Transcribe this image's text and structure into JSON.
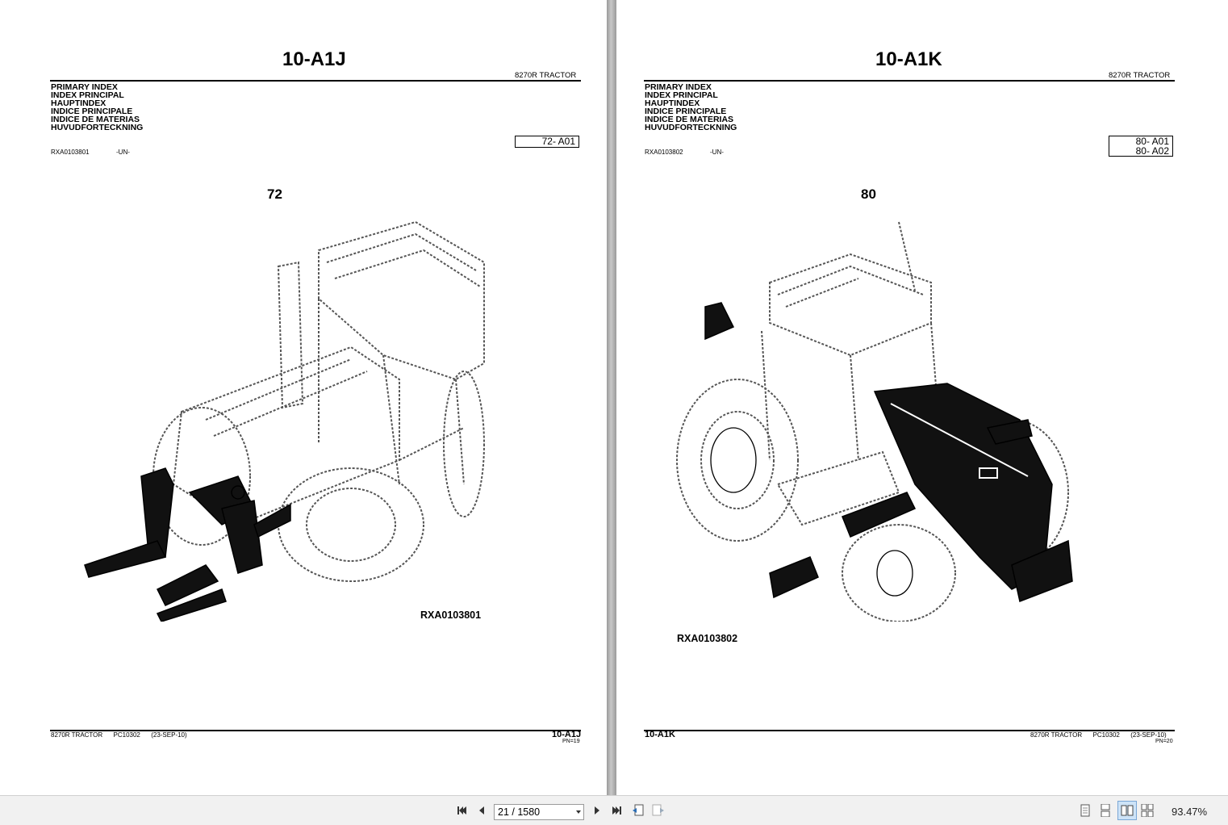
{
  "left_page": {
    "title": "10-A1J",
    "model": "8270R  TRACTOR",
    "index_lines": [
      "PRIMARY INDEX",
      "INDEX PRINCIPAL",
      "HAUPTINDEX",
      "INDICE PRINCIPALE",
      "INDICE DE MATERIAS",
      "HUVUDFORTECKNING"
    ],
    "refs": [
      "72-   A01"
    ],
    "doc_code": "RXA0103801",
    "un": "-UN-",
    "group": "72",
    "figure_id": "RXA0103801",
    "footer_left": "8270R TRACTOR      PC10302      (23-SEP-10)",
    "footer_code": "10-A1J",
    "footer_pn": "PN=19"
  },
  "right_page": {
    "title": "10-A1K",
    "model": "8270R  TRACTOR",
    "index_lines": [
      "PRIMARY INDEX",
      "INDEX PRINCIPAL",
      "HAUPTINDEX",
      "INDICE PRINCIPALE",
      "INDICE DE MATERIAS",
      "HUVUDFORTECKNING"
    ],
    "refs": [
      "80-   A01",
      "80-   A02"
    ],
    "doc_code": "RXA0103802",
    "un": "-UN-",
    "group": "80",
    "figure_id": "RXA0103802",
    "footer_code": "10-A1K",
    "footer_right": "8270R TRACTOR      PC10302      (23-SEP-10)",
    "footer_pn": "PN=20"
  },
  "toolbar": {
    "page_indicator": "21 / 1580",
    "zoom": "93.47%",
    "icons": [
      "first-page-icon",
      "previous-page-icon",
      "next-page-icon",
      "last-page-icon",
      "previous-view-icon",
      "next-view-icon",
      "single-page-icon",
      "continuous-icon",
      "two-page-icon",
      "two-page-continuous-icon"
    ]
  }
}
